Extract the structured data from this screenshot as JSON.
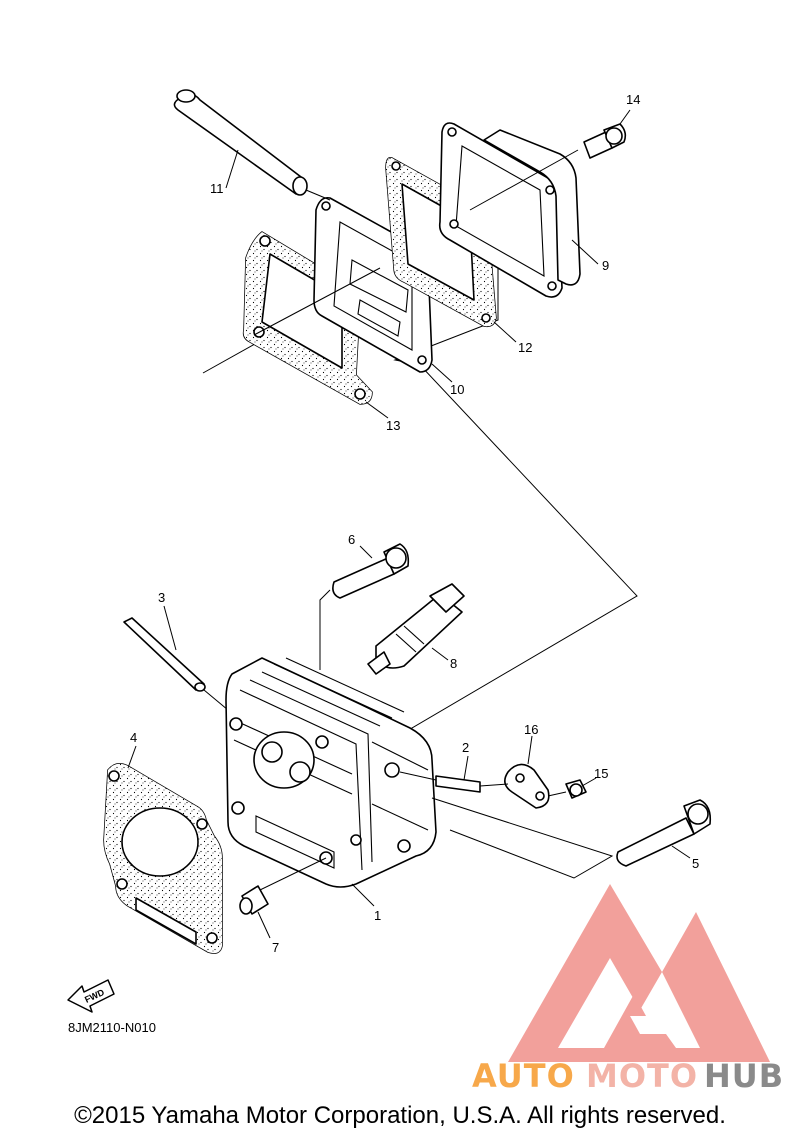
{
  "diagram": {
    "callouts": [
      {
        "id": "1",
        "label": "1"
      },
      {
        "id": "2",
        "label": "2"
      },
      {
        "id": "3",
        "label": "3"
      },
      {
        "id": "4",
        "label": "4"
      },
      {
        "id": "5",
        "label": "5"
      },
      {
        "id": "6",
        "label": "6"
      },
      {
        "id": "7",
        "label": "7"
      },
      {
        "id": "8",
        "label": "8"
      },
      {
        "id": "9",
        "label": "9"
      },
      {
        "id": "10",
        "label": "10"
      },
      {
        "id": "11",
        "label": "11"
      },
      {
        "id": "12",
        "label": "12"
      },
      {
        "id": "13",
        "label": "13"
      },
      {
        "id": "14",
        "label": "14"
      },
      {
        "id": "15",
        "label": "15"
      },
      {
        "id": "16",
        "label": "16"
      }
    ],
    "fwd_label": "FWD",
    "diagram_code": "8JM2110-N010"
  },
  "watermark": {
    "part1": "AUTO",
    "part2": "MOTO",
    "part3": "HUB",
    "colors": {
      "logo": "#f0908a",
      "auto": "#f7a84a",
      "moto": "#f3b3a7",
      "hub": "#8a8a8a"
    }
  },
  "footer": {
    "copyright": "©2015 Yamaha Motor Corporation, U.S.A. All rights reserved."
  }
}
